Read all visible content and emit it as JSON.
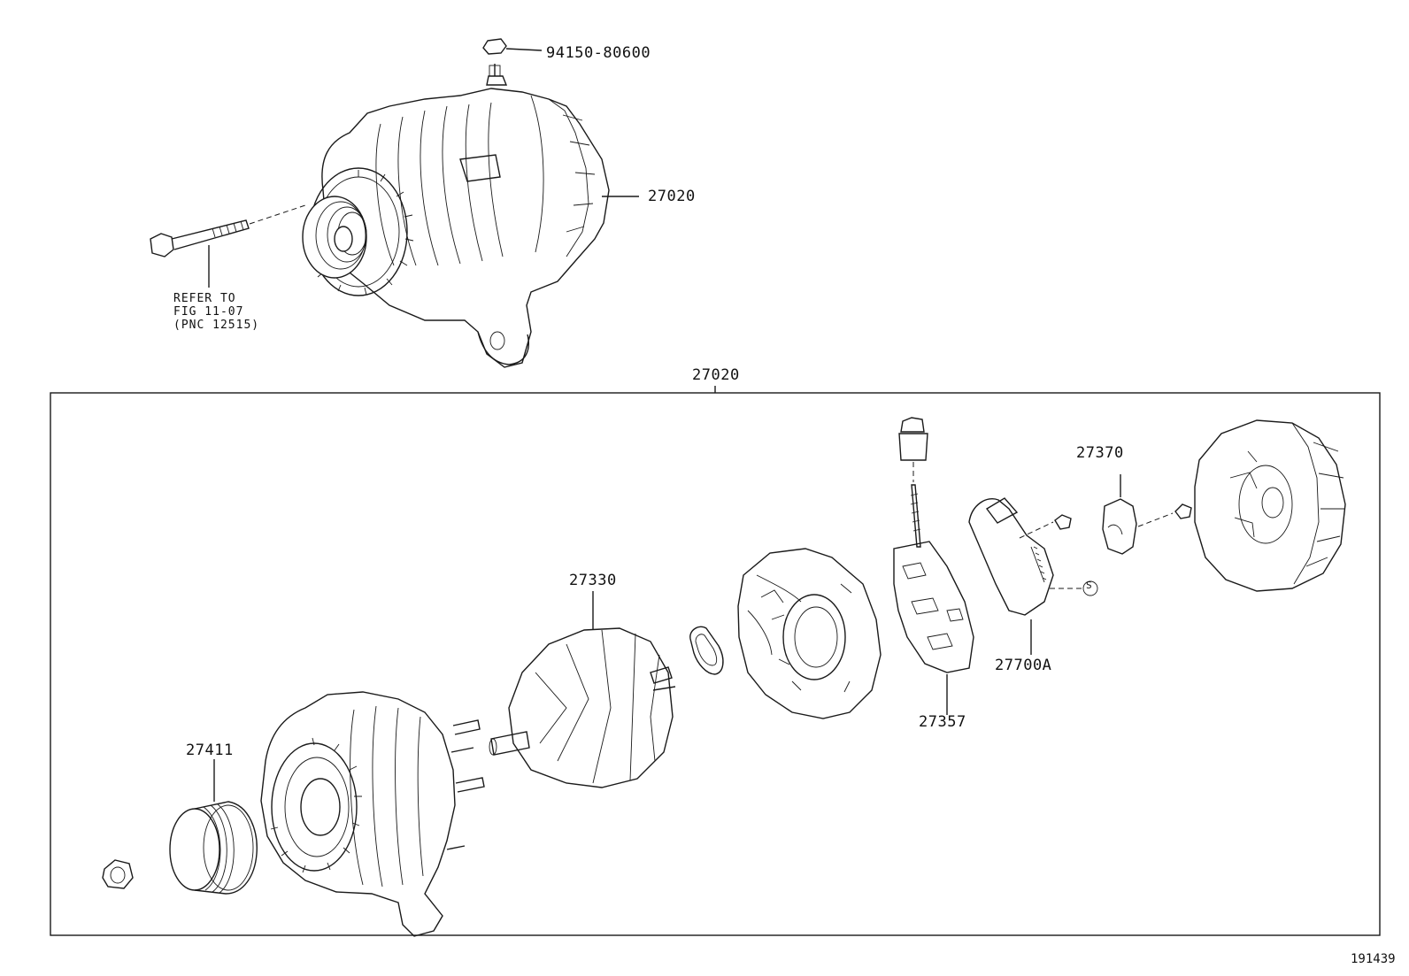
{
  "diagram": {
    "figure_id": "191439",
    "note": {
      "line1": "REFER TO",
      "line2": "FIG 11-07",
      "line3": "(PNC 12515)"
    },
    "labels": {
      "nut_top": "94150-80600",
      "alternator_assy": "27020",
      "group_title": "27020",
      "rotor": "27330",
      "pulley": "27411",
      "rectifier": "27357",
      "regulator": "27700A",
      "brush_holder": "27370",
      "s_mark": "S"
    }
  }
}
